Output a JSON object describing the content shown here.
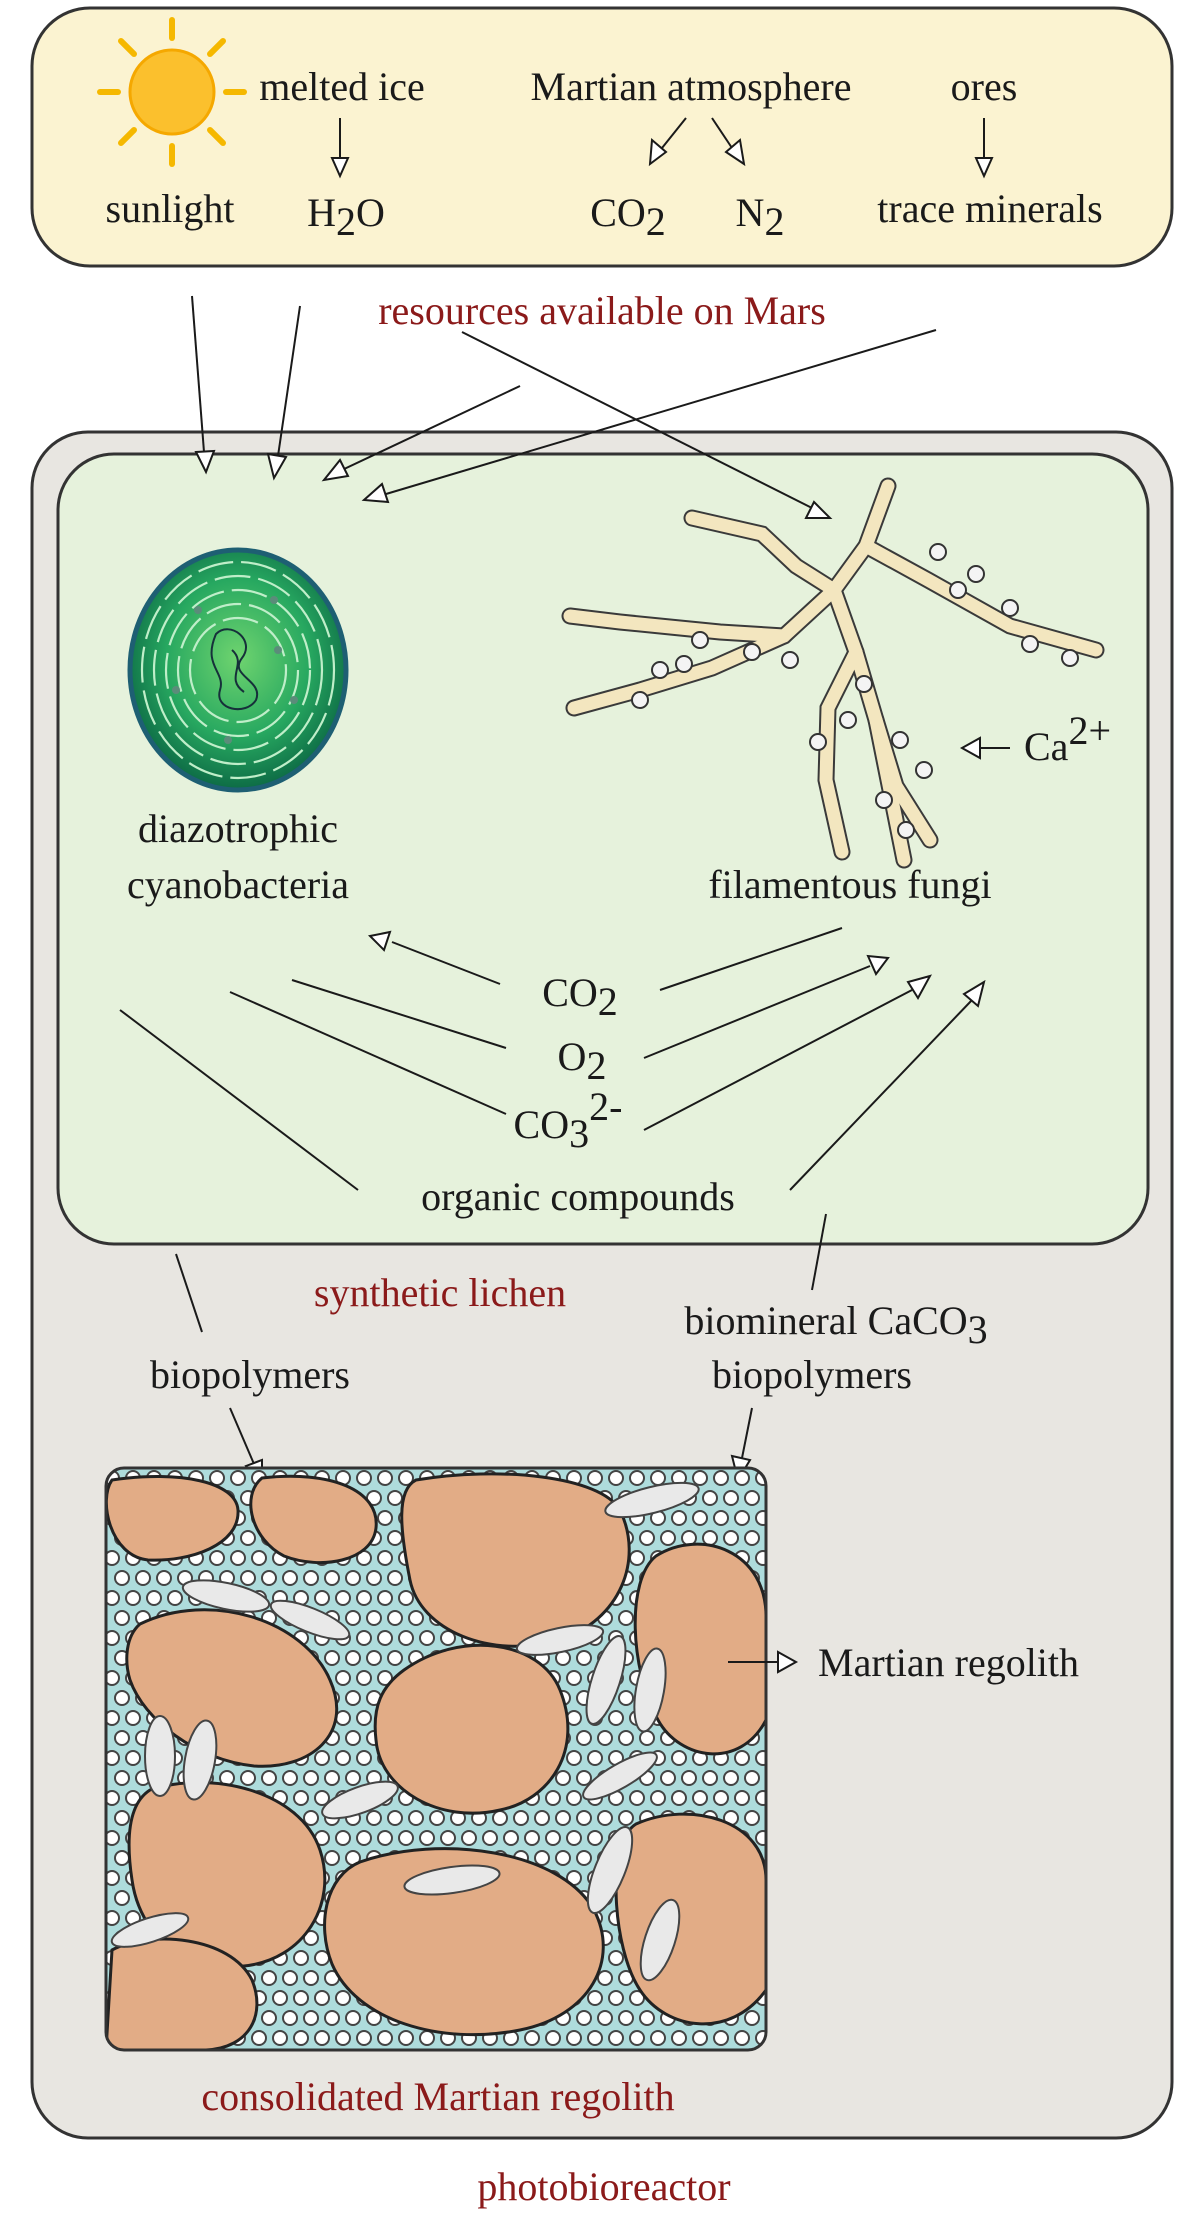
{
  "resources": {
    "items": {
      "sunlight": "sunlight",
      "melted_ice": "melted ice",
      "water_base": "H",
      "water_sub": "2",
      "water_tail": "O",
      "atmosphere": "Martian atmosphere",
      "co2_base": "CO",
      "co2_sub": "2",
      "n2_base": "N",
      "n2_sub": "2",
      "ores": "ores",
      "trace_minerals": "trace minerals"
    },
    "caption": "resources available on Mars"
  },
  "lichen": {
    "cyano_label_1": "diazotrophic",
    "cyano_label_2": "cyanobacteria",
    "fungi_label": "filamentous fungi",
    "calcium_base": "Ca",
    "calcium_sup": "2+",
    "exchange": {
      "co2_base": "CO",
      "co2_sub": "2",
      "o2_base": "O",
      "o2_sub": "2",
      "co3_base": "CO",
      "co3_sub": "3",
      "co3_sup": "2-",
      "organics": "organic compounds"
    },
    "caption": "synthetic lichen"
  },
  "products": {
    "left": "biopolymers",
    "right_1_base": "biomineral CaCO",
    "right_1_sub": "3",
    "right_2": "biopolymers"
  },
  "regolith": {
    "label": "Martian regolith",
    "caption": "consolidated Martian regolith"
  },
  "reactor": {
    "caption": "photobioreactor"
  },
  "colors": {
    "resources_box": "#fbf3d1",
    "reactor_box": "#e8e6e1",
    "lichen_box": "#e6f2dc",
    "caption_red": "#8b1a1a",
    "regolith_grain": "#e2ac86",
    "regolith_matrix": "#aedcdc"
  },
  "icons": [
    "sun-icon",
    "cyanobacterium-cell-icon",
    "fungal-hyphae-icon",
    "regolith-grains-icon"
  ]
}
